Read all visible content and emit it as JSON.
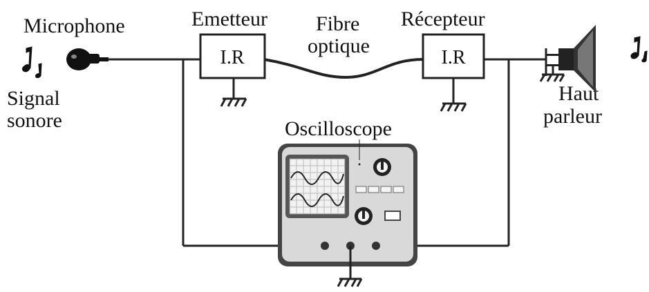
{
  "labels": {
    "microphone": "Microphone",
    "signal_line1": "Signal",
    "signal_line2": "sonore",
    "emitter": "Emetteur",
    "fiber_line1": "Fibre",
    "fiber_line2": "optique",
    "receiver": "Récepteur",
    "speaker_line1": "Haut",
    "speaker_line2": "parleur",
    "oscilloscope": "Oscilloscope"
  },
  "boxes": {
    "emitter_text": "I.R",
    "receiver_text": "I.R"
  },
  "icons": {
    "note_left": "music-note-icon",
    "note_right": "music-note-icon",
    "microphone": "microphone-icon",
    "speaker": "loudspeaker-icon",
    "ground": "ground-icon",
    "oscilloscope": "oscilloscope-icon"
  },
  "colors": {
    "line": "#222222",
    "scope_body": "#d9d9d9",
    "screen": "#f2f2f2"
  }
}
